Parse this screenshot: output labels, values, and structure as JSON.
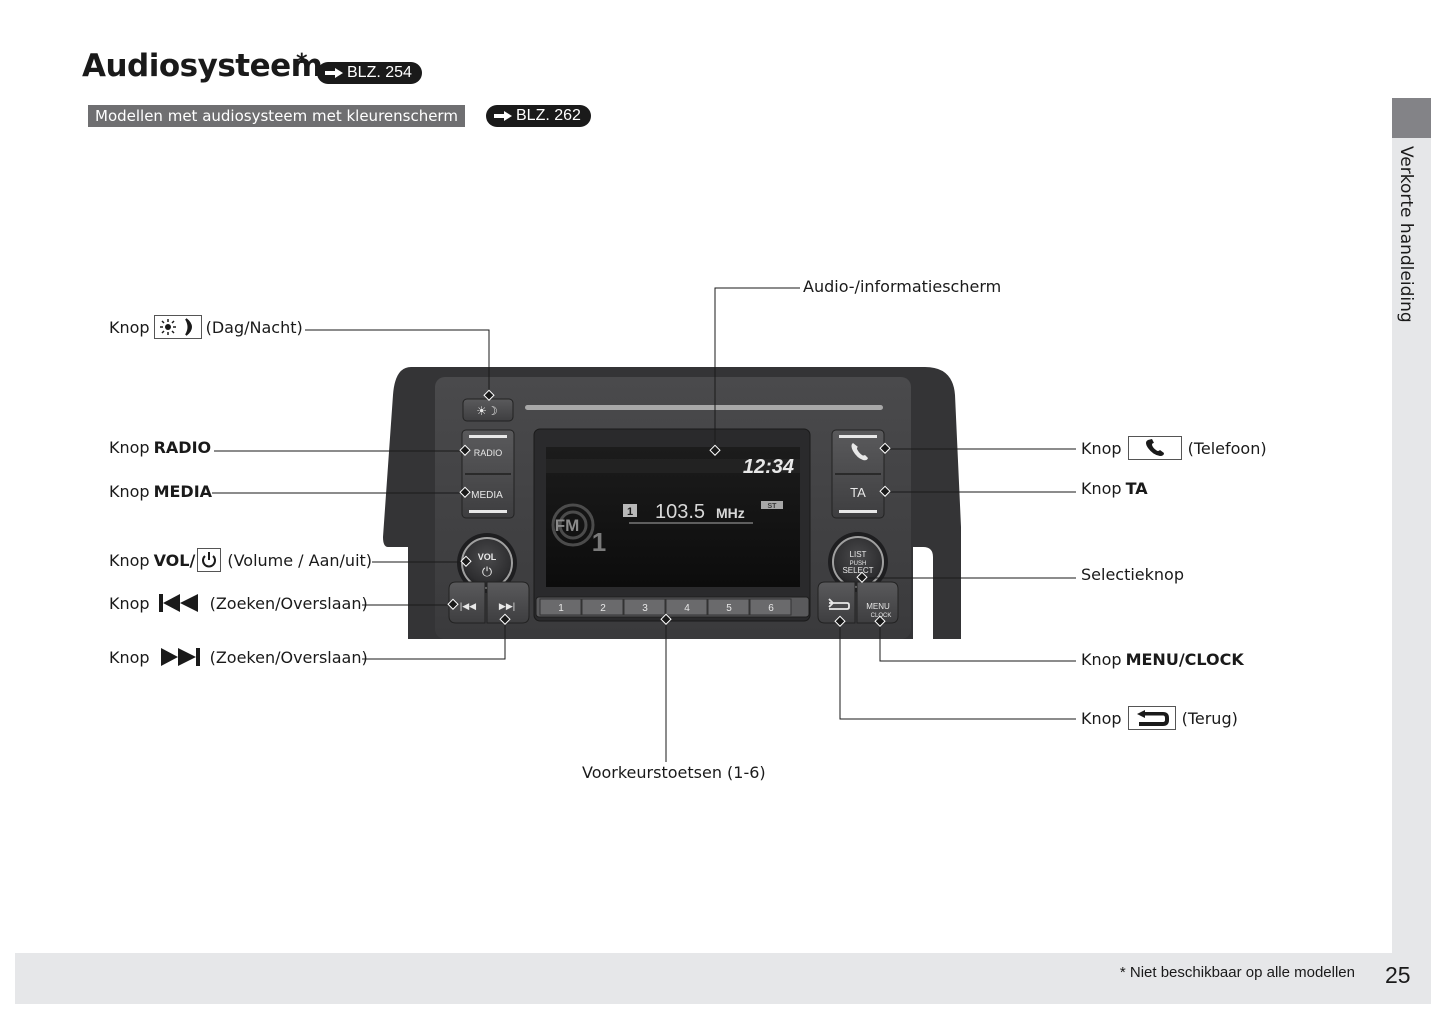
{
  "header": {
    "title": "Audiosysteem",
    "title_marker": "*",
    "title_ref": "BLZ. 254",
    "subtitle": "Modellen met audiosysteem met kleurenscherm",
    "subtitle_ref": "BLZ. 262"
  },
  "side_tab": {
    "label": "Verkorte handleiding"
  },
  "footer": {
    "footnote": "* Niet beschikbaar op alle modellen",
    "page_number": "25"
  },
  "callouts": {
    "day_night": {
      "prefix": "Knop",
      "icon": "sun-moon-icon",
      "suffix": "(Dag/Nacht)"
    },
    "radio": {
      "prefix": "Knop",
      "bold": "RADIO"
    },
    "media": {
      "prefix": "Knop",
      "bold": "MEDIA"
    },
    "vol": {
      "prefix": "Knop",
      "bold": "VOL/",
      "icon": "power-icon",
      "suffix": "(Volume / Aan/uit)"
    },
    "seek_back": {
      "prefix": "Knop",
      "icon": "skip-back-icon",
      "suffix": "(Zoeken/Overslaan)"
    },
    "seek_fwd": {
      "prefix": "Knop",
      "icon": "skip-forward-icon",
      "suffix": "(Zoeken/Overslaan)"
    },
    "screen": {
      "text": "Audio-/informatiescherm"
    },
    "phone": {
      "prefix": "Knop",
      "icon": "phone-icon",
      "suffix": "(Telefoon)"
    },
    "ta": {
      "prefix": "Knop",
      "bold": "TA"
    },
    "selector": {
      "text": "Selectieknop"
    },
    "menu_clock": {
      "prefix": "Knop",
      "bold": "MENU/CLOCK"
    },
    "back": {
      "prefix": "Knop",
      "icon": "back-arrow-icon",
      "suffix": "(Terug)"
    },
    "presets": {
      "text": "Voorkeurstoetsen (1-6)"
    }
  },
  "device": {
    "buttons": {
      "radio": "RADIO",
      "media": "MEDIA",
      "vol_top": "VOL",
      "ta": "TA",
      "list_line1": "LIST",
      "list_line2": "PUSH",
      "list_line3": "SELECT",
      "menu": "MENU",
      "clock": "CLOCK"
    },
    "presets": [
      "1",
      "2",
      "3",
      "4",
      "5",
      "6"
    ],
    "screen": {
      "time": "12:34",
      "preset_badge": "1",
      "frequency": "103.5",
      "unit": "MHz",
      "stereo_badge": "ST",
      "band": "FM",
      "band_number": "1"
    }
  }
}
